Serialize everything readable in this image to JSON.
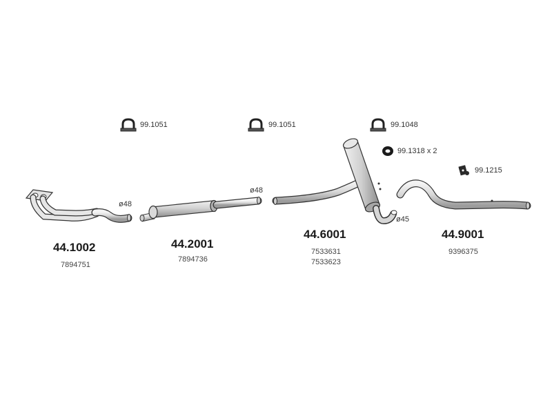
{
  "clamps": [
    {
      "code": "99.1051",
      "icon": "u-clamp-icon"
    },
    {
      "code": "99.1051",
      "icon": "u-clamp-icon"
    },
    {
      "code": "99.1048",
      "icon": "u-clamp-icon"
    },
    {
      "code": "99.1318 x 2",
      "icon": "rubber-ring-icon"
    },
    {
      "code": "99.1215",
      "icon": "rubber-hanger-icon"
    }
  ],
  "diameters": [
    "ø48",
    "ø48",
    "ø45"
  ],
  "parts": [
    {
      "number": "44.1002",
      "oem": [
        "7894751"
      ]
    },
    {
      "number": "44.2001",
      "oem": [
        "7894736"
      ]
    },
    {
      "number": "44.6001",
      "oem": [
        "7533631",
        "7533623"
      ]
    },
    {
      "number": "44.9001",
      "oem": [
        "9396375"
      ]
    }
  ],
  "colors": {
    "line": "#333333",
    "fill_light": "#e6e6e6",
    "fill_mid": "#cfcfcf",
    "fill_dark": "#9a9a9a"
  }
}
